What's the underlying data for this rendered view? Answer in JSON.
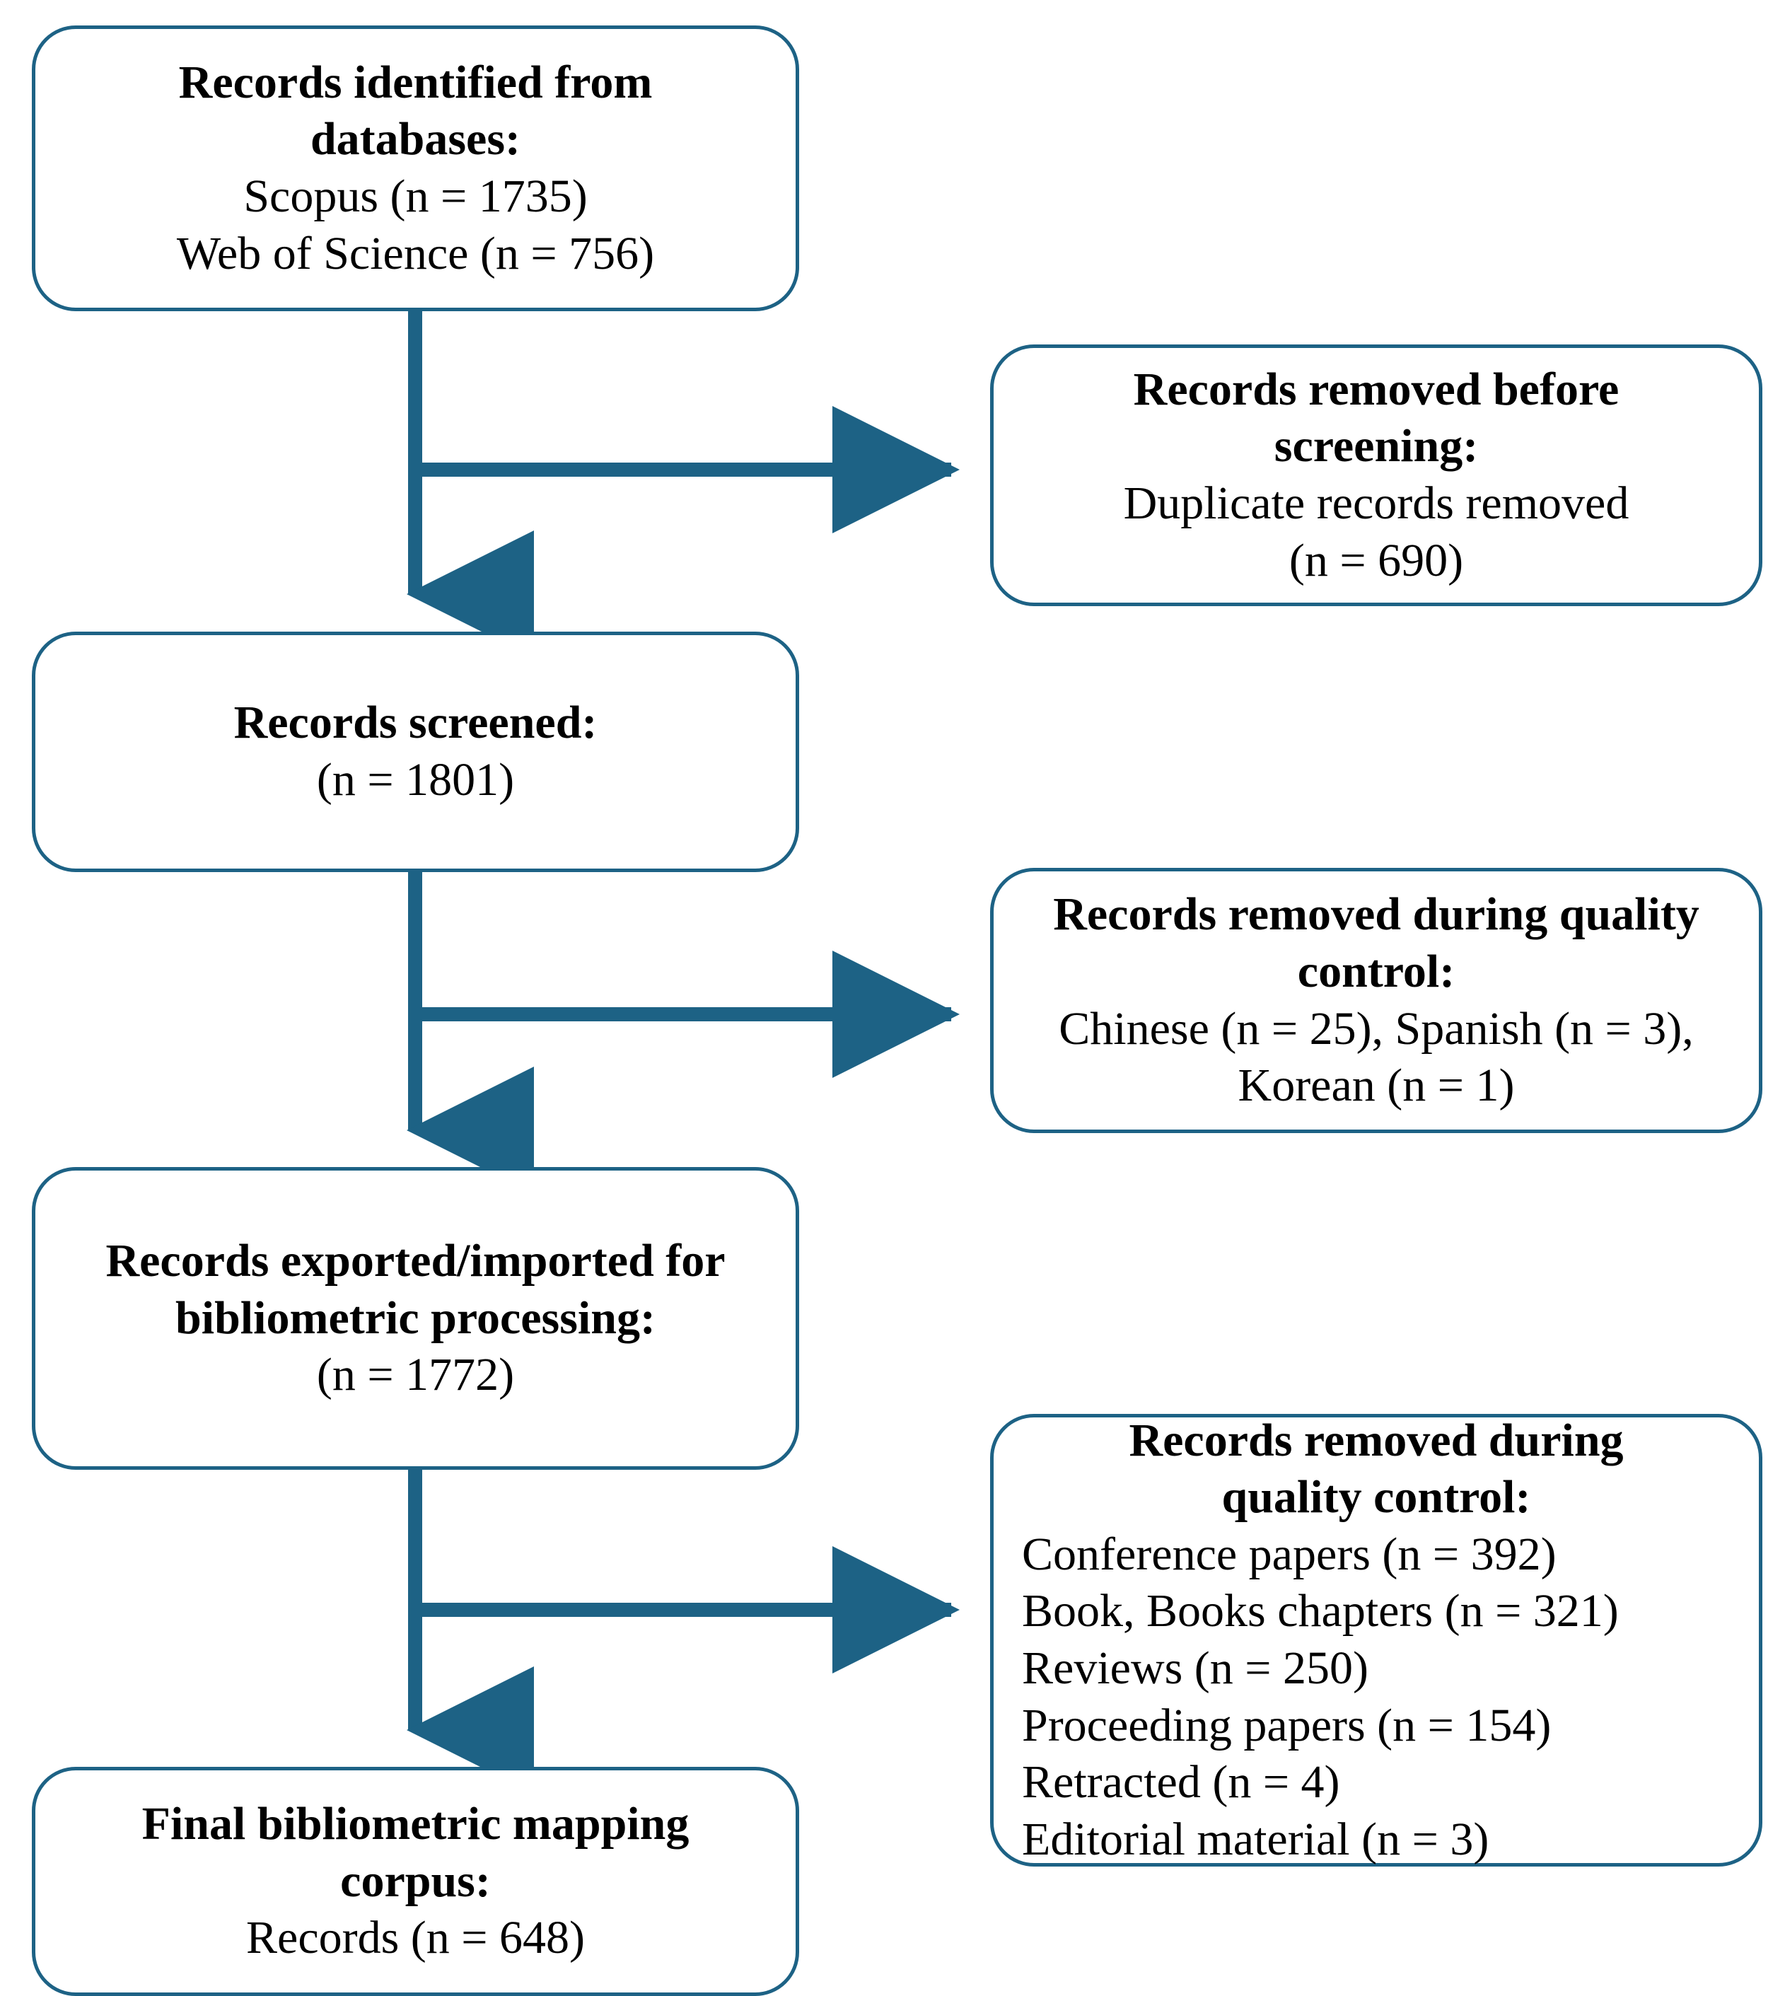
{
  "meta": {
    "accent_color": "#1d6285",
    "box_border_color": "#1d6285",
    "text_color": "#000000",
    "background_color": "#ffffff"
  },
  "nodes": {
    "identified": {
      "header": [
        "Records identified from",
        "databases:"
      ],
      "body": [
        "Scopus (n = 1735)",
        "Web of Science (n = 756)"
      ]
    },
    "removed_before_screening": {
      "header": [
        "Records removed before",
        "screening:"
      ],
      "body": [
        "Duplicate records removed",
        "(n = 690)"
      ]
    },
    "screened": {
      "header": [
        "Records screened:"
      ],
      "body": [
        "(n = 1801)"
      ]
    },
    "removed_qc_1": {
      "header": [
        "Records removed during quality",
        "control:"
      ],
      "body": [
        "Chinese (n = 25), Spanish (n = 3),",
        "Korean (n = 1)"
      ]
    },
    "exported": {
      "header": [
        "Records exported/imported for",
        "bibliometric processing:"
      ],
      "body": [
        "(n = 1772)"
      ]
    },
    "removed_qc_2": {
      "header": [
        "Records removed during",
        "quality control:"
      ],
      "body": [
        "Conference papers (n = 392)",
        "Book, Books chapters (n = 321)",
        "Reviews (n = 250)",
        "Proceeding papers (n = 154)",
        "Retracted (n = 4)",
        "Editorial material (n = 3)"
      ]
    },
    "final": {
      "header": [
        "Final bibliometric mapping",
        "corpus:"
      ],
      "body": [
        "Records (n = 648)"
      ]
    }
  },
  "counts": {
    "scopus": 1735,
    "web_of_science": 756,
    "duplicates_removed": 690,
    "screened": 1801,
    "chinese": 25,
    "spanish": 3,
    "korean": 1,
    "exported": 1772,
    "conference_papers": 392,
    "book_chapters": 321,
    "reviews": 250,
    "proceeding_papers": 154,
    "retracted": 4,
    "editorial_material": 3,
    "final_records": 648
  },
  "connectors": [
    {
      "name": "identified-to-screened",
      "type": "vertical-arrow"
    },
    {
      "name": "identified-to-removed-before-screening",
      "type": "horizontal-arrow"
    },
    {
      "name": "screened-to-exported",
      "type": "vertical-arrow"
    },
    {
      "name": "screened-to-removed-qc-1",
      "type": "horizontal-arrow"
    },
    {
      "name": "exported-to-final",
      "type": "vertical-arrow"
    },
    {
      "name": "exported-to-removed-qc-2",
      "type": "horizontal-arrow"
    }
  ]
}
